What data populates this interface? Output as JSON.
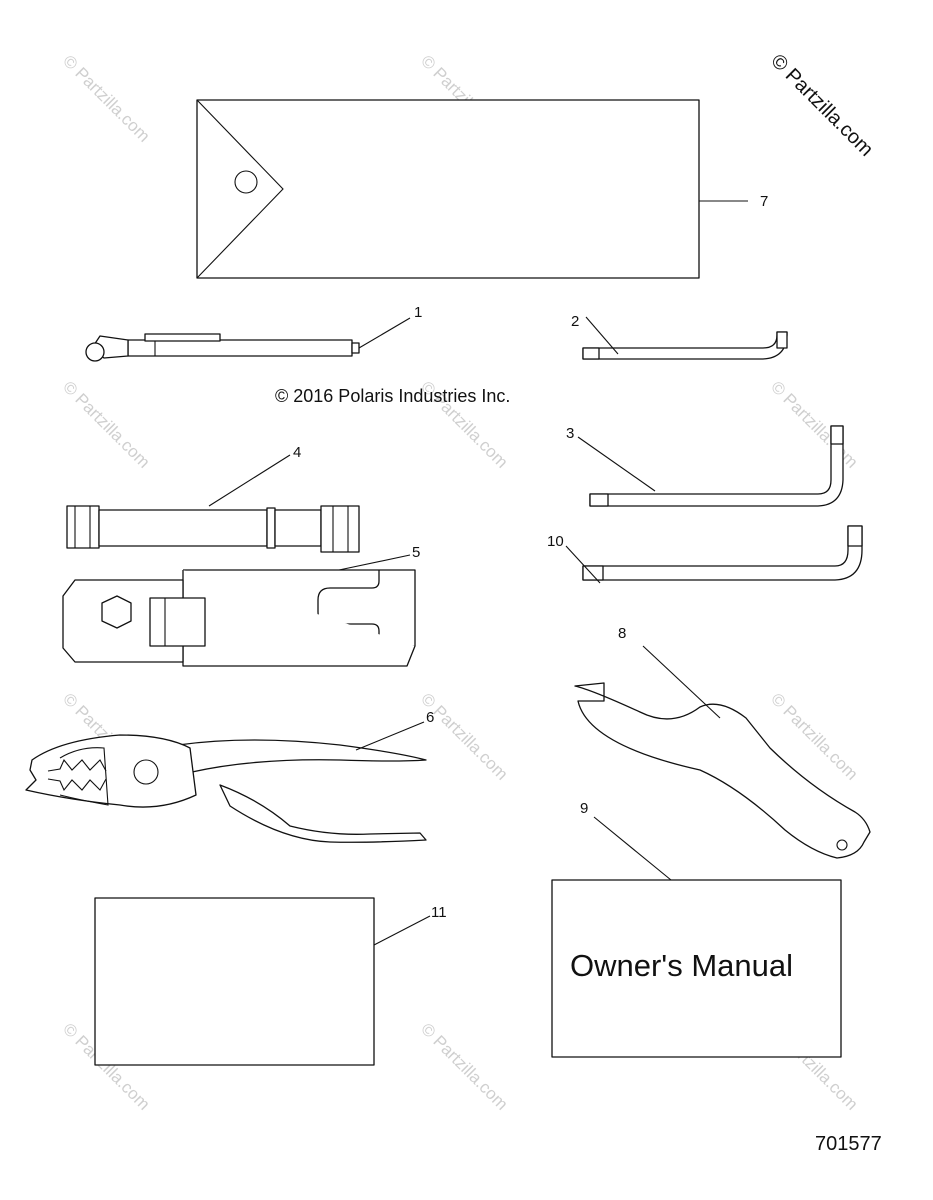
{
  "watermark": {
    "text": "© Partzilla.com",
    "color": "#cfcfcf"
  },
  "site_mark": "© Partzilla.com",
  "copyright": "© 2016 Polaris Industries Inc.",
  "figure_number": "701577",
  "owners_manual_label": "Owner's Manual",
  "callouts": {
    "c1": "1",
    "c2": "2",
    "c3": "3",
    "c4": "4",
    "c5": "5",
    "c6": "6",
    "c7": "7",
    "c8": "8",
    "c9": "9",
    "c10": "10",
    "c11": "11"
  }
}
